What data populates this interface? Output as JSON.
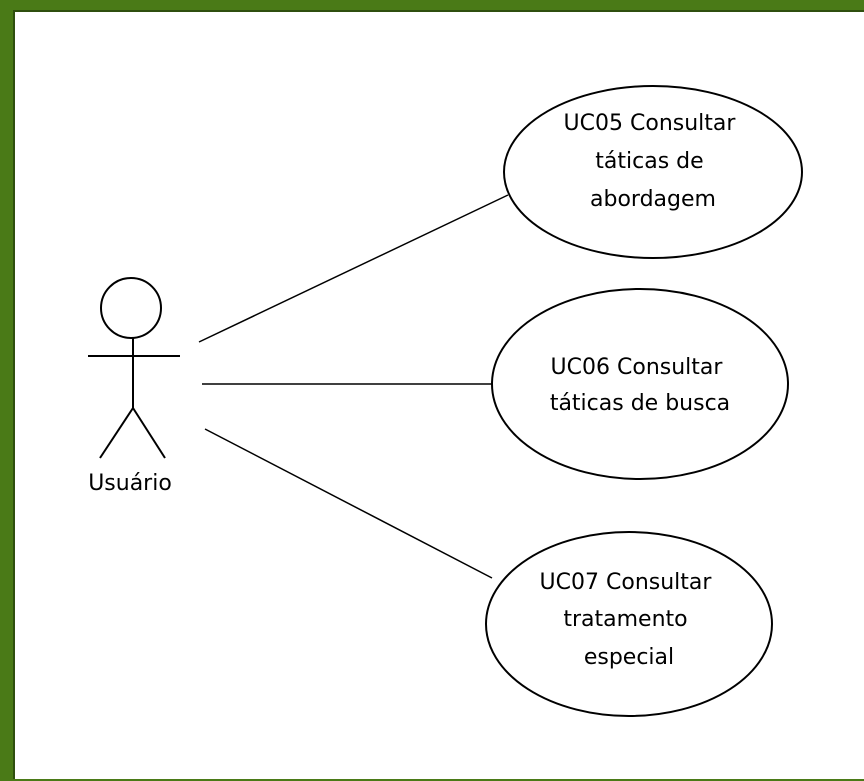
{
  "diagram": {
    "actor": {
      "label": "Usuário"
    },
    "use_cases": [
      {
        "id": "uc05",
        "lines": [
          "UC05 Consultar",
          "táticas de",
          "abordagem"
        ]
      },
      {
        "id": "uc06",
        "lines": [
          "UC06 Consultar",
          "táticas de busca"
        ]
      },
      {
        "id": "uc07",
        "lines": [
          "UC07 Consultar",
          "tratamento",
          "especial"
        ]
      }
    ]
  }
}
